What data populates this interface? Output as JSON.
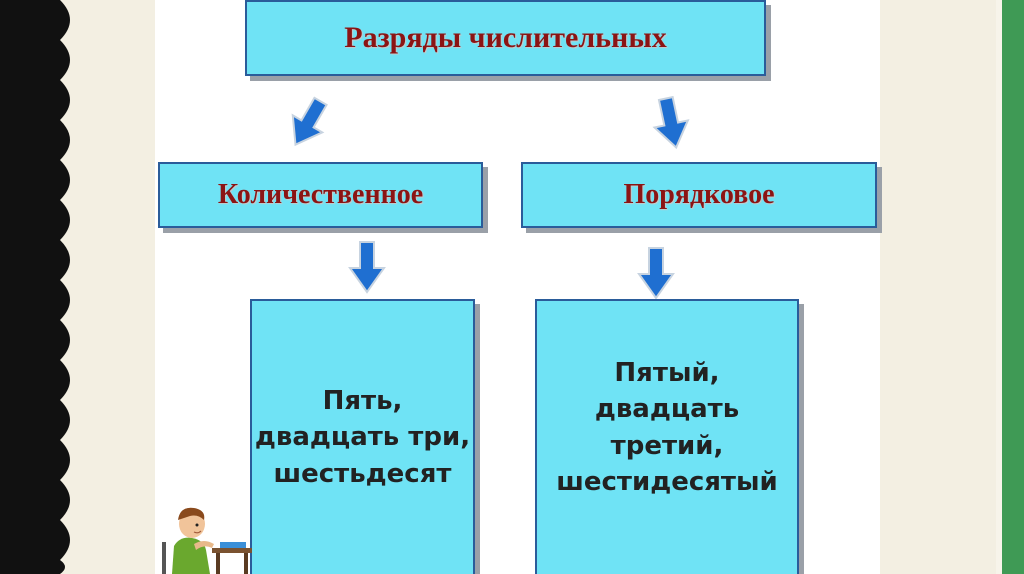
{
  "title": "Разряды числительных",
  "categories": [
    {
      "label": "Количественное",
      "examples": [
        "Пять,",
        "двадцать три,",
        "шестьдесят"
      ]
    },
    {
      "label": "Порядковое",
      "examples": [
        "Пятый,",
        "двадцать",
        "третий,",
        "шестидесятый"
      ]
    }
  ],
  "colors": {
    "box_fill": "#6fe3f5",
    "box_border": "#2a5c9a",
    "heading_text": "#8b1414",
    "arrow": "#1f6fd1"
  },
  "icons": [
    "arrow-down-icon",
    "boy-at-desk-illustration"
  ]
}
